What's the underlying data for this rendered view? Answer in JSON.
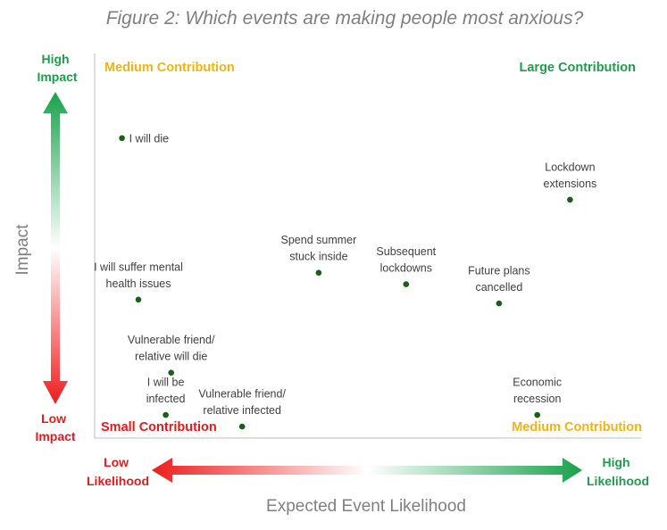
{
  "chart_data": {
    "type": "scatter",
    "title": "Figure 2: Which events are making people most anxious?",
    "xlabel": "Expected Event Likelihood",
    "ylabel": "Impact",
    "xlim": [
      0,
      100
    ],
    "ylim": [
      0,
      100
    ],
    "grid": false,
    "legend": "none",
    "y_axis_ends": {
      "high": [
        "High",
        "Impact"
      ],
      "low": [
        "Low",
        "Impact"
      ]
    },
    "x_axis_ends": {
      "low": [
        "Low",
        "Likelihood"
      ],
      "high": [
        "High",
        "Likelihood"
      ]
    },
    "quadrant_labels": {
      "top_left": "Medium Contribution",
      "top_right": "Large Contribution",
      "bottom_left": "Small Contribution",
      "bottom_right": "Medium Contribution"
    },
    "colors": {
      "high": "#1e9e4a",
      "low": "#e41b1b",
      "medium": "#f2b313",
      "point": "#1a5e1a",
      "axis": "#bfbfbf",
      "title": "#7f7f7f"
    },
    "points": [
      {
        "label": [
          "I will die"
        ],
        "x": 5,
        "y": 78,
        "label_pos": "right"
      },
      {
        "label": [
          "Lockdown",
          "extensions"
        ],
        "x": 87,
        "y": 62,
        "label_pos": "above"
      },
      {
        "label": [
          "Spend summer",
          "stuck inside"
        ],
        "x": 41,
        "y": 43,
        "label_pos": "above"
      },
      {
        "label": [
          "Subsequent",
          "lockdowns"
        ],
        "x": 57,
        "y": 40,
        "label_pos": "above"
      },
      {
        "label": [
          "Future plans",
          "cancelled"
        ],
        "x": 74,
        "y": 35,
        "label_pos": "above"
      },
      {
        "label": [
          "I will suffer mental",
          "health issues"
        ],
        "x": 8,
        "y": 36,
        "label_pos": "above"
      },
      {
        "label": [
          "Vulnerable friend/",
          "relative will die"
        ],
        "x": 14,
        "y": 17,
        "label_pos": "above"
      },
      {
        "label": [
          "I will be",
          "infected"
        ],
        "x": 13,
        "y": 6,
        "label_pos": "above"
      },
      {
        "label": [
          "Vulnerable friend/",
          "relative infected"
        ],
        "x": 27,
        "y": 3,
        "label_pos": "above"
      },
      {
        "label": [
          "Economic",
          "recession"
        ],
        "x": 81,
        "y": 6,
        "label_pos": "above"
      }
    ]
  }
}
